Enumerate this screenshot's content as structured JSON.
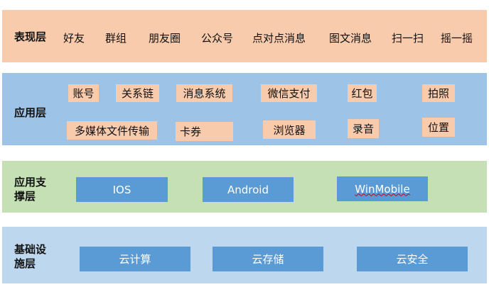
{
  "presentation": {
    "label": "表现层",
    "items": [
      "好友",
      "群组",
      "朋友圈",
      "公众号",
      "点对点消息",
      "图文消息",
      "扫一扫",
      "摇一摇"
    ]
  },
  "application": {
    "label": "应用层",
    "items": [
      "账号",
      "关系链",
      "消息系统",
      "微信支付",
      "红包",
      "拍照",
      "多媒体文件传输",
      "卡券",
      "浏览器",
      "录音",
      "位置"
    ]
  },
  "support": {
    "label": "应用支撑层",
    "items": [
      "IOS",
      "Android",
      "WinMobile"
    ]
  },
  "infrastructure": {
    "label": "基础设施层",
    "items": [
      "云计算",
      "云存储",
      "云安全"
    ]
  },
  "colors": {
    "presentation": "#f8cbad",
    "application": "#9dc3e6",
    "support": "#c5e0b4",
    "infrastructure": "#bdd7ee",
    "block": "#5b9bd5"
  }
}
